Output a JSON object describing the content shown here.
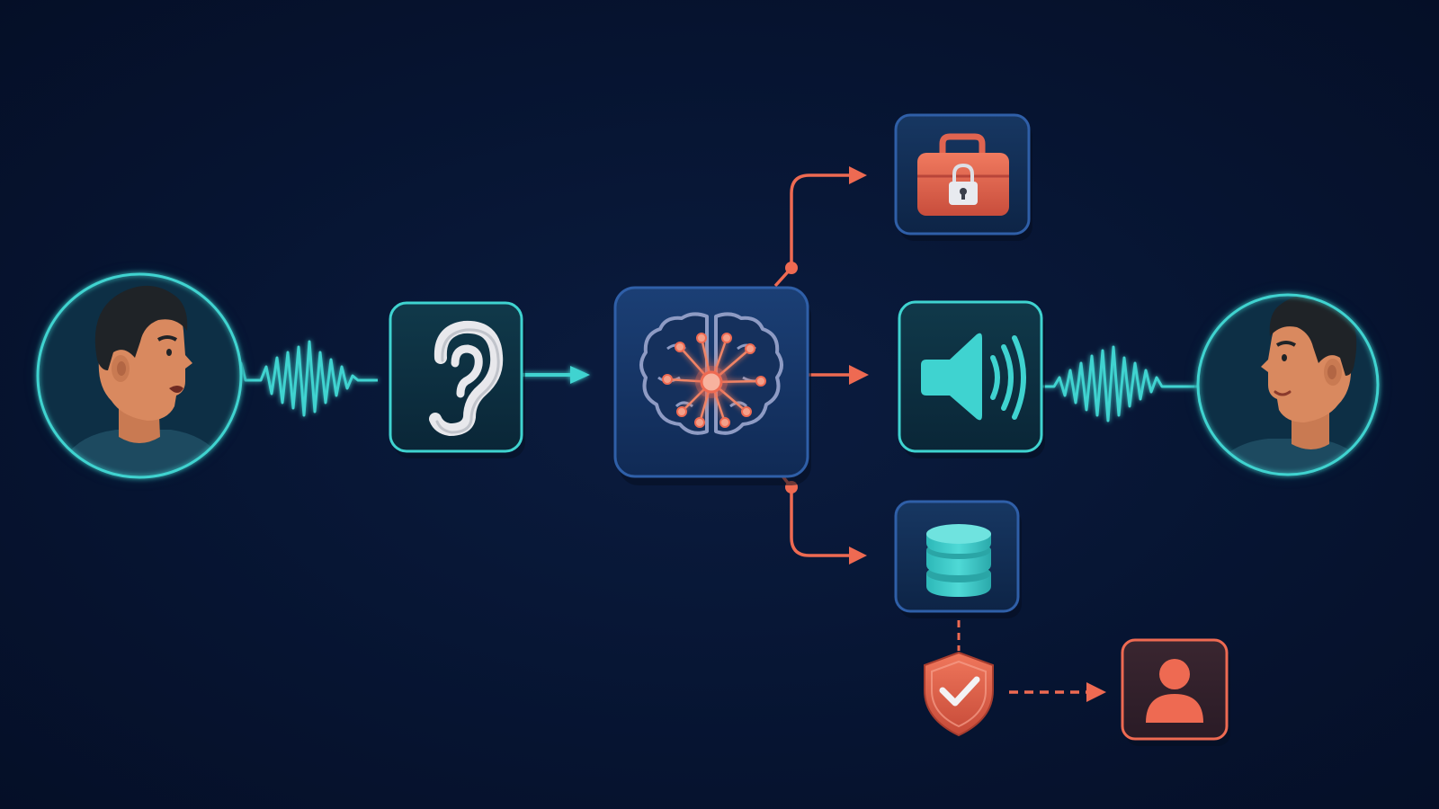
{
  "diagram": {
    "nodes": [
      {
        "id": "speaker",
        "icon": "person-speaking-icon"
      },
      {
        "id": "listen",
        "icon": "ear-icon"
      },
      {
        "id": "ai-core",
        "icon": "brain-network-icon"
      },
      {
        "id": "secure-tools",
        "icon": "locked-briefcase-icon"
      },
      {
        "id": "speech-output",
        "icon": "speaker-volume-icon"
      },
      {
        "id": "data-store",
        "icon": "database-icon"
      },
      {
        "id": "protection",
        "icon": "shield-check-icon"
      },
      {
        "id": "human-agent",
        "icon": "user-icon"
      },
      {
        "id": "listener",
        "icon": "person-listening-icon"
      }
    ],
    "edges": [
      {
        "from": "speaker",
        "to": "listen",
        "style": "sound-wave"
      },
      {
        "from": "listen",
        "to": "ai-core",
        "style": "arrow"
      },
      {
        "from": "ai-core",
        "to": "secure-tools",
        "style": "elbow-arrow"
      },
      {
        "from": "ai-core",
        "to": "speech-output",
        "style": "arrow"
      },
      {
        "from": "ai-core",
        "to": "data-store",
        "style": "elbow-arrow"
      },
      {
        "from": "speech-output",
        "to": "listener",
        "style": "sound-wave"
      },
      {
        "from": "data-store",
        "to": "protection",
        "style": "dashed"
      },
      {
        "from": "protection",
        "to": "human-agent",
        "style": "dashed-arrow"
      }
    ]
  },
  "colors": {
    "background": "#061431",
    "panel": "#0f2a4f",
    "teal": "#3fd3d0",
    "coral": "#ee6a52",
    "skin": "#d9895f",
    "hair": "#1f2327"
  }
}
